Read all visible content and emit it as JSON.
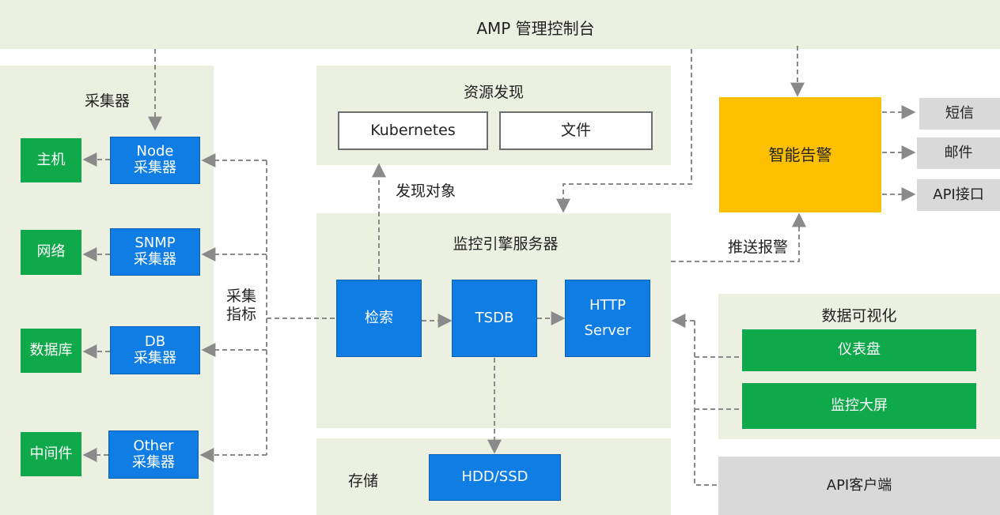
{
  "console": {
    "title": "AMP 管理控制台"
  },
  "collector_panel": {
    "title": "采集器",
    "targets": [
      "主机",
      "网络",
      "数据库",
      "中间件"
    ],
    "collectors": [
      {
        "line1": "Node",
        "line2": "采集器"
      },
      {
        "line1": "SNMP",
        "line2": "采集器"
      },
      {
        "line1": "DB",
        "line2": "采集器"
      },
      {
        "line1": "Other",
        "line2": "采集器"
      }
    ]
  },
  "collect_metrics": {
    "line1": "采集",
    "line2": "指标"
  },
  "discovery": {
    "title": "资源发现",
    "items": [
      "Kubernetes",
      "文件"
    ],
    "edge_label": "发现对象"
  },
  "engine": {
    "title": "监控引擎服务器",
    "search": "检索",
    "tsdb": "TSDB",
    "http": {
      "line1": "HTTP",
      "line2": "Server"
    }
  },
  "storage": {
    "title": "存储",
    "disk": "HDD/SSD"
  },
  "alerting": {
    "title": "智能告警",
    "push_label": "推送报警",
    "channels": [
      "短信",
      "邮件",
      "API接口"
    ]
  },
  "visualization": {
    "title": "数据可视化",
    "items": [
      "仪表盘",
      "监控大屏"
    ]
  },
  "api_client": "API客户端",
  "colors": {
    "panel_bg": "#ecf0e0",
    "blue": "#0f7de3",
    "green": "#0fa84a",
    "gold": "#fcc000",
    "gray": "#d9d9d9",
    "arrow": "#8a8a8a"
  }
}
